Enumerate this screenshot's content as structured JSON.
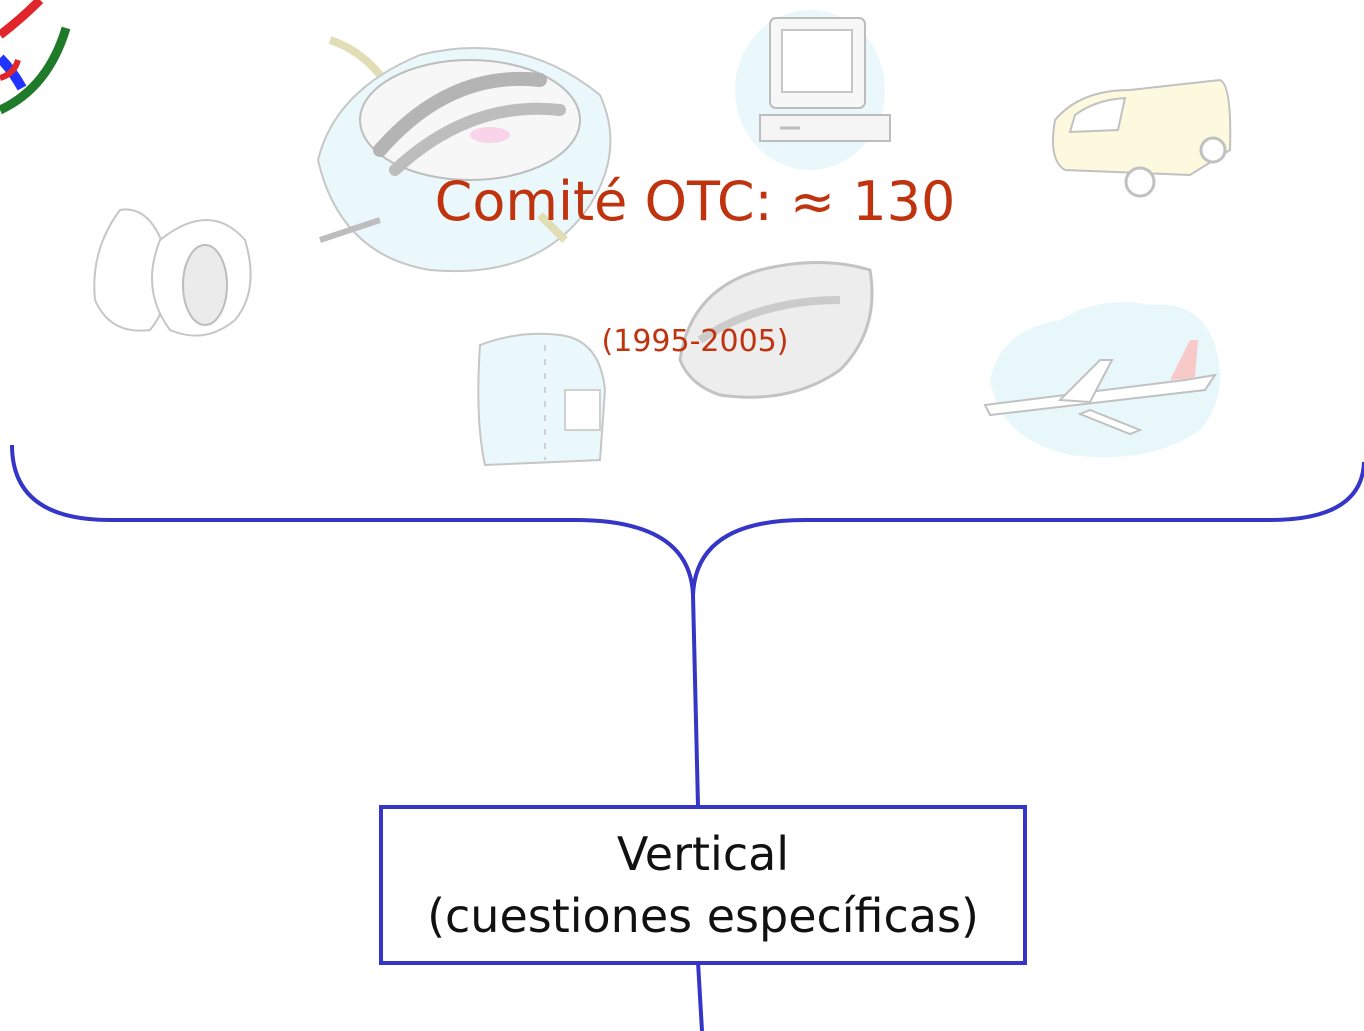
{
  "diagram": {
    "title": "Comité OTC:  ≈  130",
    "subtitle": "(1995-2005)",
    "box": {
      "line1": "Vertical",
      "line2": "(cuestiones específicas)"
    }
  },
  "colors": {
    "title_text": "#c0330f",
    "connector": "#3535c8",
    "logo_red": "#e0262b",
    "logo_blue": "#2233ff",
    "logo_green": "#1f7a2a"
  },
  "icons": [
    "wto-logo-icon",
    "fish-platter-icon",
    "computer-icon",
    "van-icon",
    "papaya-icon",
    "shirt-icon",
    "shoes-icon",
    "airplane-icon"
  ]
}
